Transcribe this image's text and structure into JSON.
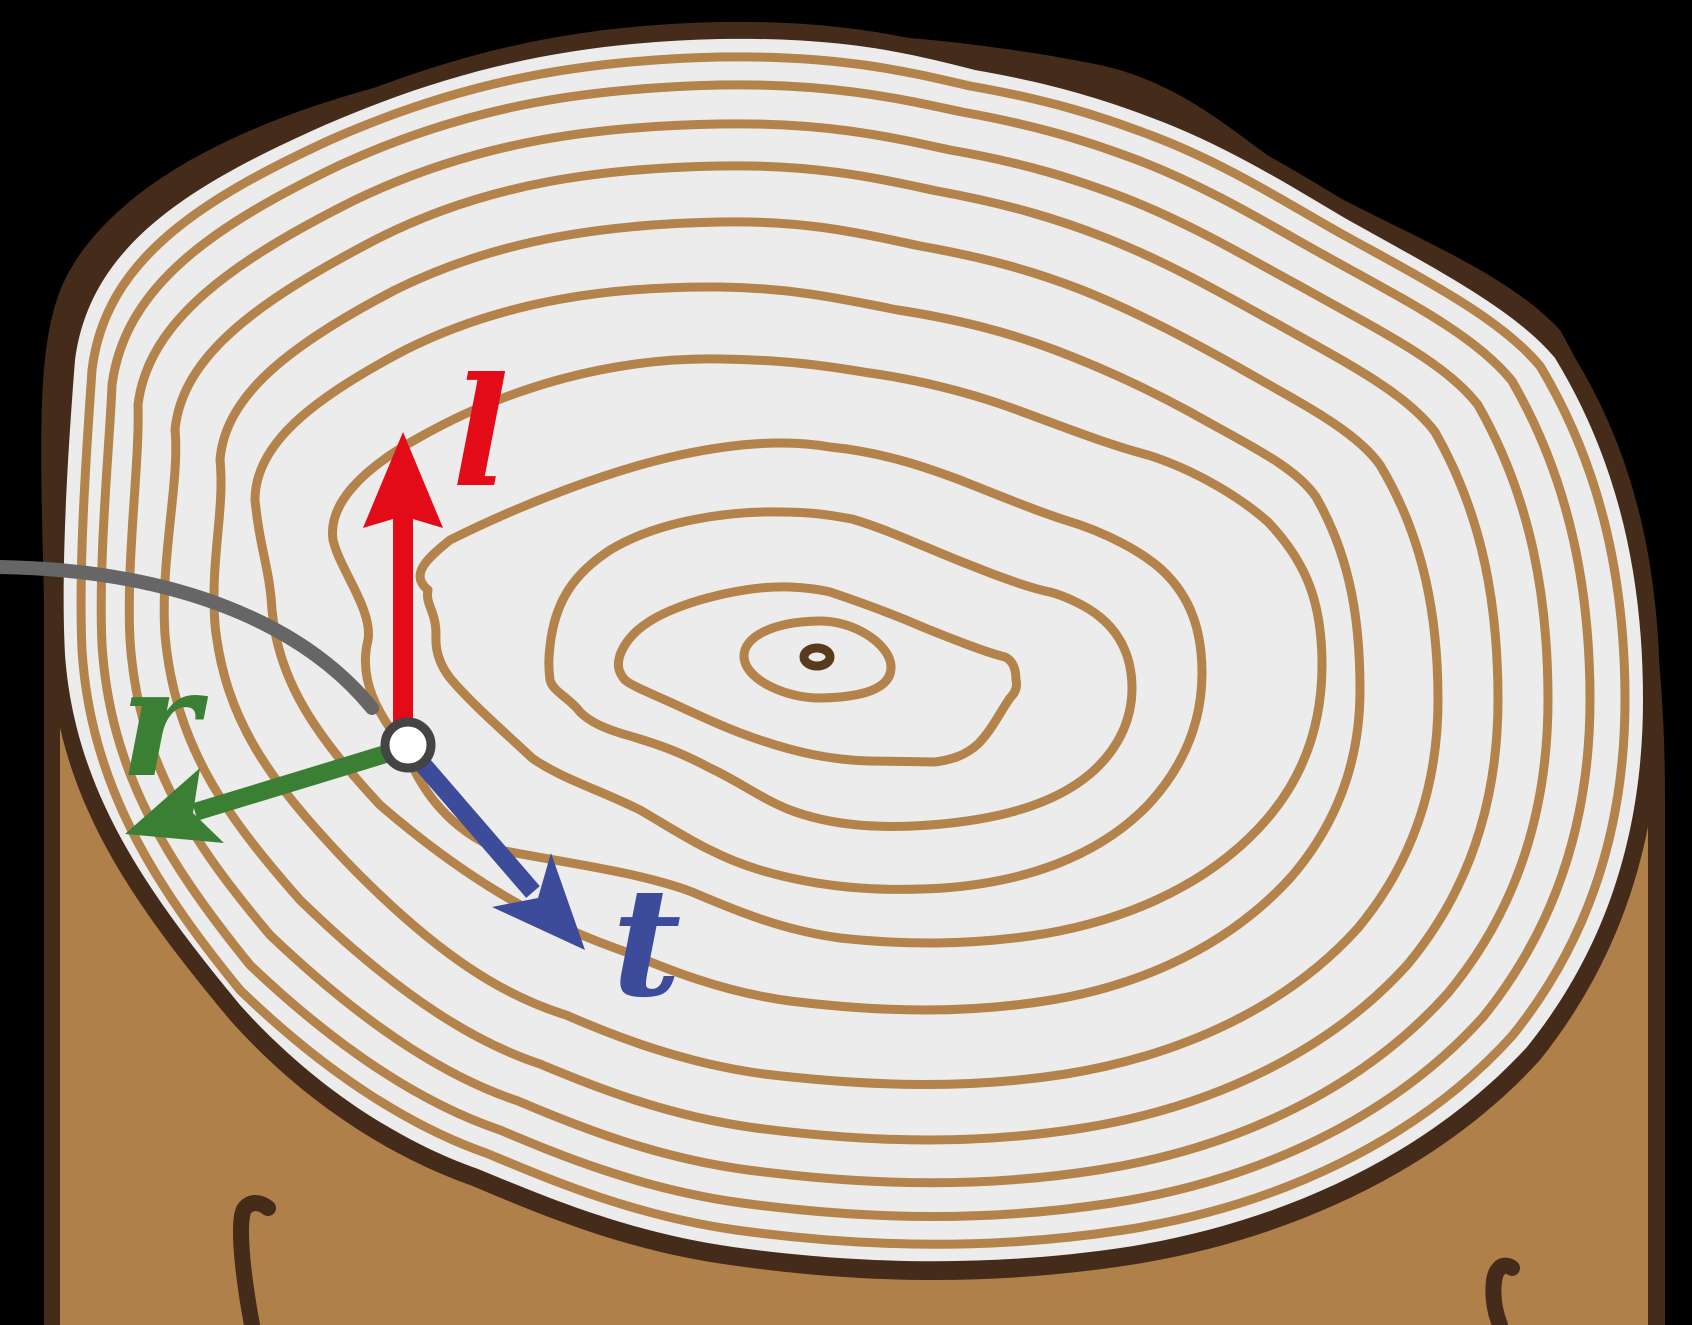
{
  "colors": {
    "background": "#000000",
    "bark": "#452b1a",
    "wood_side": "#b0804b",
    "cross_section": "#ececec",
    "growth_ring": "#b3834b",
    "pith": "#5a3a1d",
    "pointer_line": "#666666",
    "longitudinal_axis": "#e30b17",
    "radial_axis": "#3a7f33",
    "tangential_axis": "#3c4b9a",
    "origin_fill": "#ffffff",
    "origin_stroke": "#444444"
  },
  "axes": {
    "longitudinal": {
      "label": "l",
      "icon": "up-arrow-icon"
    },
    "radial": {
      "label": "r",
      "icon": "down-left-arrow-icon"
    },
    "tangential": {
      "label": "t",
      "icon": "down-right-arrow-icon"
    }
  }
}
